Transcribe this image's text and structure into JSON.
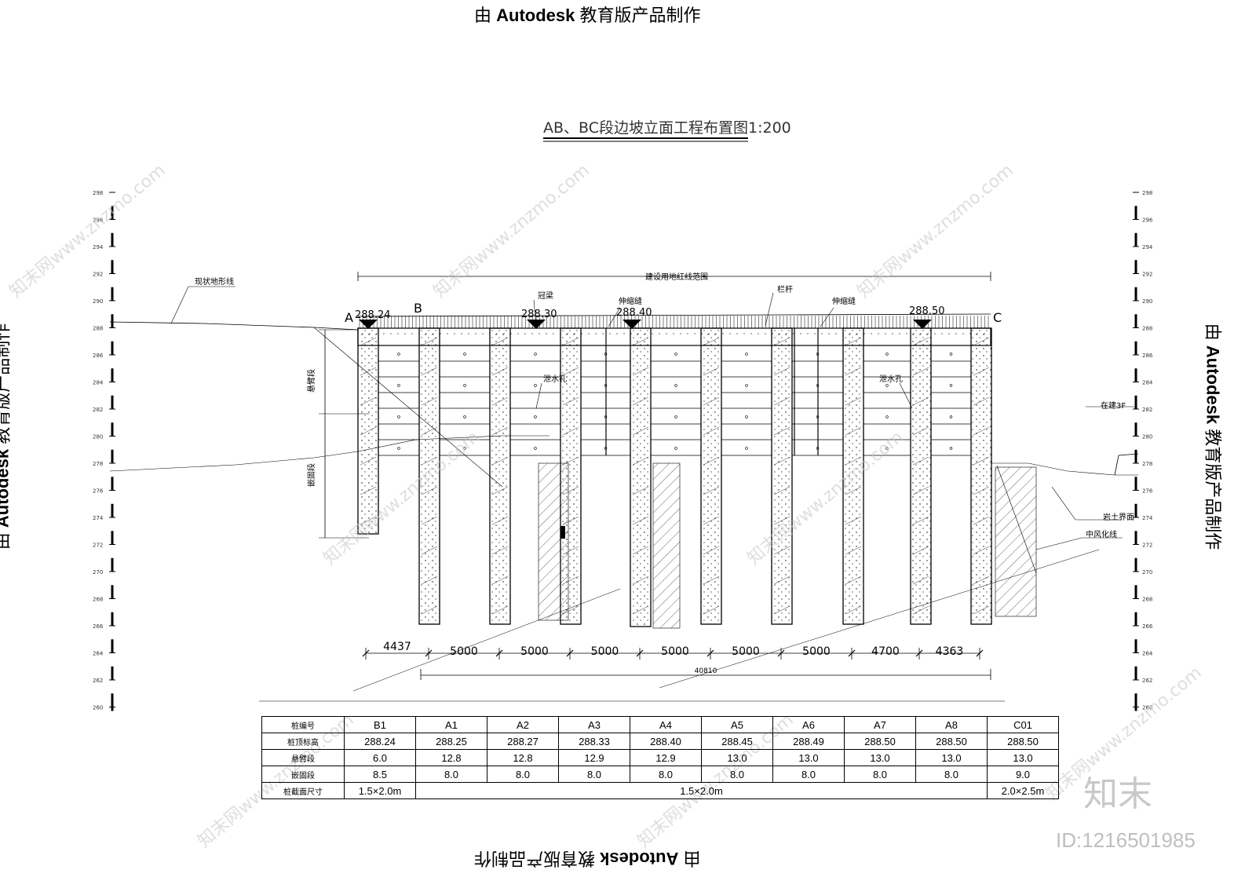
{
  "stamps": {
    "top": [
      "由 ",
      "Autodesk",
      " 教育版产品制作"
    ],
    "bottom": [
      "由 ",
      "Autodesk",
      " 教育版产品制作"
    ],
    "left": [
      "由 ",
      "Autodesk",
      " 教育版产品制作"
    ],
    "right": [
      "由 ",
      "Autodesk",
      " 教育版产品制作"
    ]
  },
  "title": "AB、BC段边坡立面工程布置图1:200",
  "watermark": {
    "logo": "知末",
    "id": "ID:1216501985",
    "repeat_text": "知末网www.znzmo.com"
  },
  "elevation_scale": {
    "ticks": [
      "298",
      "296",
      "294",
      "292",
      "290",
      "288",
      "286",
      "284",
      "282",
      "280",
      "278",
      "276",
      "274",
      "272",
      "270",
      "268",
      "266",
      "264",
      "262",
      "260"
    ]
  },
  "annotations": {
    "terrain": "现状地形线",
    "boundary": "建设用地红线范围",
    "crown_beam": "冠梁",
    "expansion_joint_1": "伸缩缝",
    "railing": "栏杆",
    "expansion_joint_2": "伸缩缝",
    "drain_1": "泄水孔",
    "drain_2": "泄水孔",
    "cantilever": "悬臂段",
    "anchor": "嵌固段",
    "planned_building": "在建3F",
    "rock_soil": "岩土界面",
    "weathered": "中风化线",
    "point_a": "A",
    "point_b": "B",
    "point_c": "C"
  },
  "top_elevations": [
    "288.24",
    "288.30",
    "288.40",
    "288.50"
  ],
  "spans": [
    "4437",
    "5000",
    "5000",
    "5000",
    "5000",
    "5000",
    "5000",
    "4700",
    "4363"
  ],
  "total_span": "40810",
  "table": {
    "rows": [
      {
        "label": "桩编号",
        "cells": [
          "B1",
          "A1",
          "A2",
          "A3",
          "A4",
          "A5",
          "A6",
          "A7",
          "A8",
          "C01"
        ]
      },
      {
        "label": "桩顶标高",
        "cells": [
          "288.24",
          "288.25",
          "288.27",
          "288.33",
          "288.40",
          "288.45",
          "288.49",
          "288.50",
          "288.50",
          "288.50"
        ]
      },
      {
        "label": "悬臂段",
        "cells": [
          "6.0",
          "12.8",
          "12.8",
          "12.9",
          "12.9",
          "13.0",
          "13.0",
          "13.0",
          "13.0",
          "13.0"
        ]
      },
      {
        "label": "嵌固段",
        "cells": [
          "8.5",
          "8.0",
          "8.0",
          "8.0",
          "8.0",
          "8.0",
          "8.0",
          "8.0",
          "8.0",
          "9.0"
        ]
      }
    ],
    "section_row": {
      "label": "桩截面尺寸",
      "first": "1.5×2.0m",
      "middle": "1.5×2.0m",
      "last": "2.0×2.5m"
    }
  }
}
